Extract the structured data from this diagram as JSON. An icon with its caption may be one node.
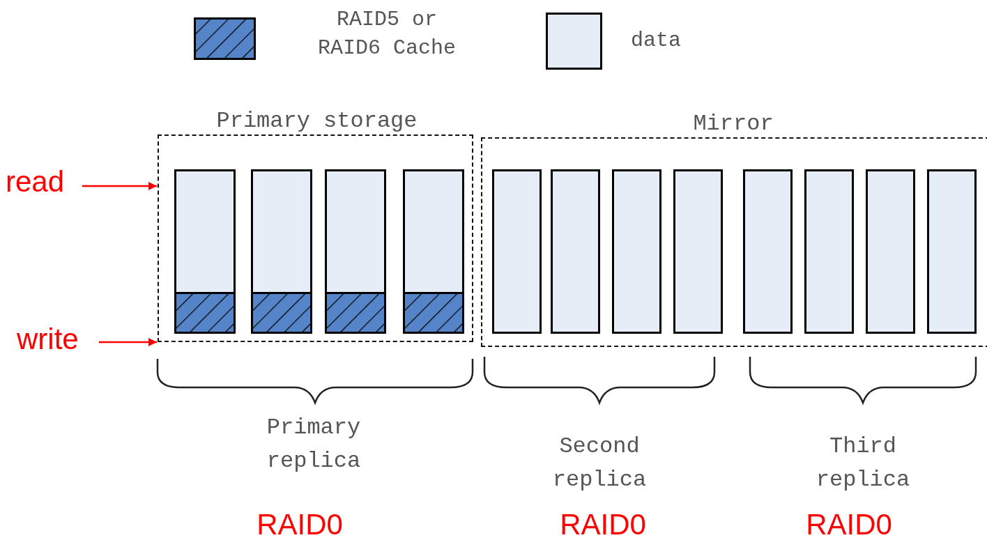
{
  "diagram": {
    "nodes": [
      {
        "text": [
          "Primary storage"
        ]
      },
      {
        "text": [],
        "shape": "bar",
        "in": 0
      },
      {
        "text": [],
        "shape": "bar",
        "in": 0
      },
      {
        "text": [],
        "shape": "bar",
        "in": 0
      },
      {
        "text": [],
        "shape": "bar",
        "in": 0
      },
      {
        "text": [
          "Mirror"
        ]
      },
      {
        "text": [],
        "shape": "bar",
        "in": 5
      },
      {
        "text": [],
        "shape": "bar",
        "in": 5
      },
      {
        "text": [],
        "shape": "bar",
        "in": 5
      },
      {
        "text": [],
        "shape": "bar",
        "in": 5
      },
      {
        "text": [],
        "shape": "bar",
        "in": 5
      },
      {
        "text": [],
        "shape": "bar",
        "in": 5
      },
      {
        "text": [],
        "shape": "bar",
        "in": 5
      },
      {
        "text": [],
        "shape": "bar",
        "in": 5
      },
      {
        "text": [
          "read"
        ]
      },
      {
        "text": [
          "write"
        ]
      }
    ],
    "edges": [
      {
        "from": 14,
        "to": 0,
        "arrow": "to"
      },
      {
        "from": 15,
        "to": 0,
        "arrow": "to"
      }
    ],
    "labels": [
      "Primary replica",
      "Second replica",
      "Third replica",
      "RAID0",
      "RAID0",
      "RAID0"
    ],
    "legend": [
      {
        "text": "RAID5 or RAID6 Cache",
        "color": "#5585c8"
      },
      {
        "text": "data",
        "color": "#e6edf7"
      }
    ]
  }
}
